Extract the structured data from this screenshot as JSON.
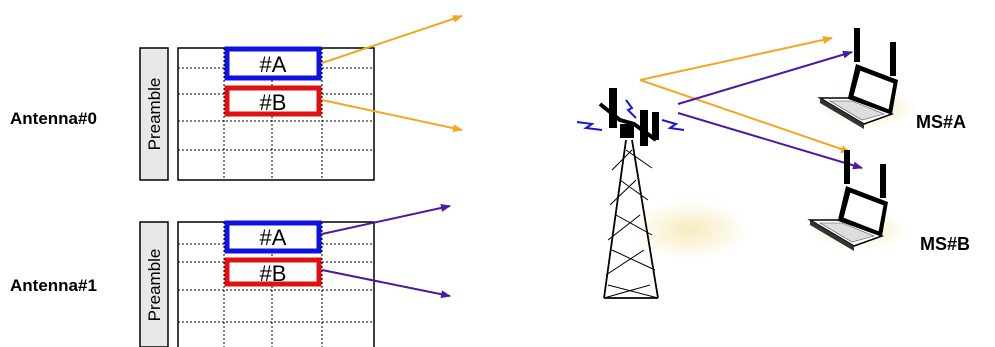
{
  "antennas": [
    {
      "label": "Antenna#0",
      "preamble": "Preamble",
      "slot_a": "#A",
      "slot_b": "#B"
    },
    {
      "label": "Antenna#1",
      "preamble": "Preamble",
      "slot_a": "#A",
      "slot_b": "#B"
    }
  ],
  "stations": [
    {
      "label": "MS#A"
    },
    {
      "label": "MS#B"
    }
  ],
  "colors": {
    "slot_a_border": "#1010e0",
    "slot_b_border": "#e01010",
    "arrow_orange": "#f5a623",
    "arrow_purple": "#4a1aa0",
    "preamble_fill": "#e8e8e8"
  },
  "icons": [
    "base-station-tower-icon",
    "laptop-icon",
    "lightning-icon"
  ]
}
